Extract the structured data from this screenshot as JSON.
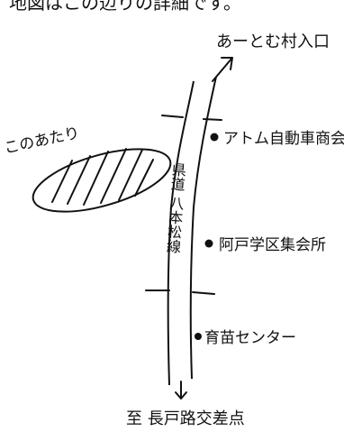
{
  "map": {
    "top_caption": "地図はこの辺りの詳細です。",
    "arrow_destination": "あーとむ村入口",
    "area_label": "このあたり",
    "road_name": "県道 八本松線",
    "landmarks": [
      {
        "label": "アトム自動車商会"
      },
      {
        "label": "阿戸学区集会所"
      },
      {
        "label": "育苗センター"
      }
    ],
    "bottom_destination": "至 長戸路交差点"
  }
}
